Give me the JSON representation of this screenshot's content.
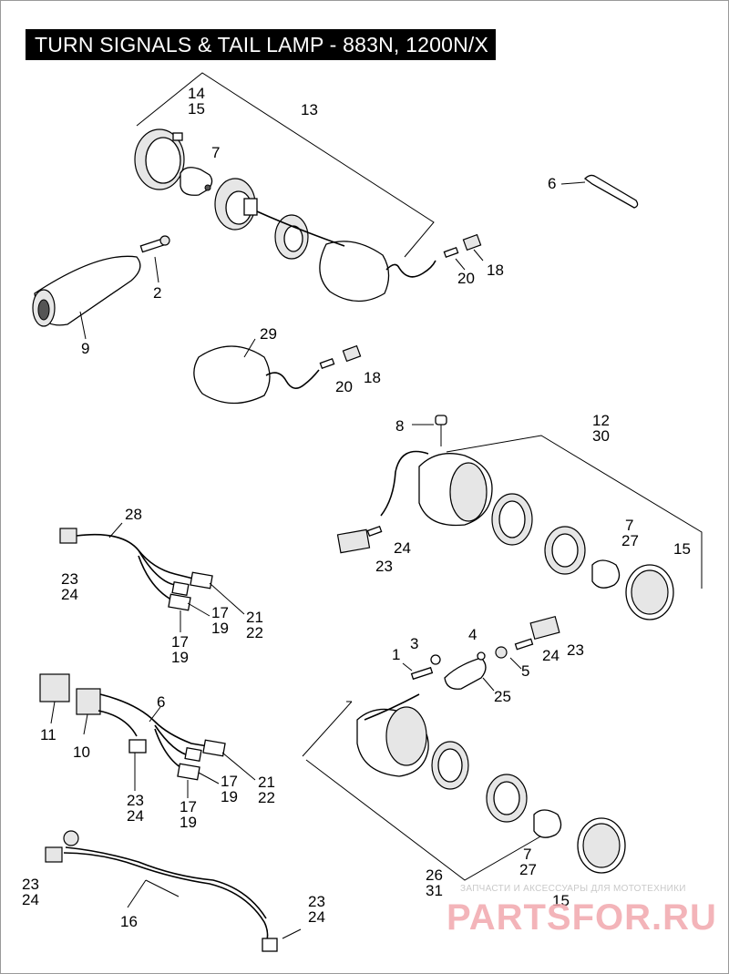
{
  "title": "TURN SIGNALS & TAIL LAMP - 883N, 1200N/X",
  "callouts": {
    "c14": "14",
    "c15a": "15",
    "c13": "13",
    "c7a": "7",
    "c6a": "6",
    "c2": "2",
    "c9": "9",
    "c20a": "20",
    "c18a": "18",
    "c29": "29",
    "c20b": "20",
    "c18b": "18",
    "c8": "8",
    "c12": "12",
    "c30": "30",
    "c7b": "7",
    "c27a": "27",
    "c15b": "15",
    "c24a": "24",
    "c23a": "23",
    "c28": "28",
    "c23b": "23",
    "c24b": "24",
    "c17a": "17",
    "c19a": "19",
    "c21a": "21",
    "c22a": "22",
    "c17b": "17",
    "c19b": "19",
    "c1": "1",
    "c3": "3",
    "c4": "4",
    "c5": "5",
    "c24c": "24",
    "c23c": "23",
    "c25": "25",
    "c11": "11",
    "c10": "10",
    "c6b": "6",
    "c23d": "23",
    "c24d": "24",
    "c17c": "17",
    "c19c": "19",
    "c21b": "21",
    "c22b": "22",
    "c17d": "17",
    "c19d": "19",
    "c23e": "23",
    "c24e": "24",
    "c16": "16",
    "c23f": "23",
    "c24f": "24",
    "c26": "26",
    "c31": "31",
    "c7c": "7",
    "c27b": "27",
    "c15c": "15"
  },
  "watermark": {
    "small_text": "ЗАПЧАСТИ И АКСЕССУАРЫ ДЛЯ МОТОТЕХНИКИ",
    "logo_text": "PARTSFOR.RU"
  }
}
